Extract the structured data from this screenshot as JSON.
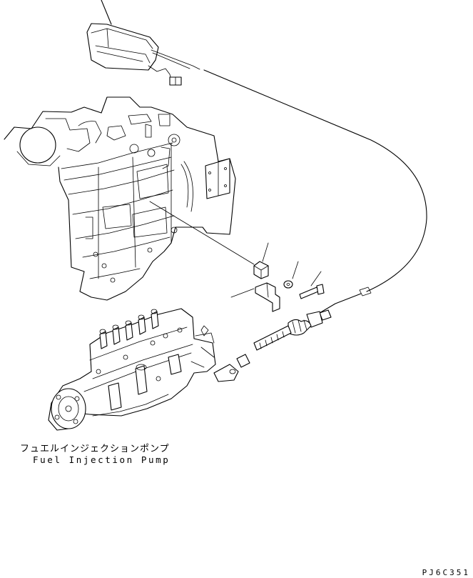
{
  "labels": {
    "pump_jp": "フュエルインジェクションポンプ",
    "pump_en": "Fuel Injection Pump",
    "drawing_code": "PJ6C351"
  },
  "colors": {
    "line": "#000000",
    "background": "#ffffff"
  }
}
